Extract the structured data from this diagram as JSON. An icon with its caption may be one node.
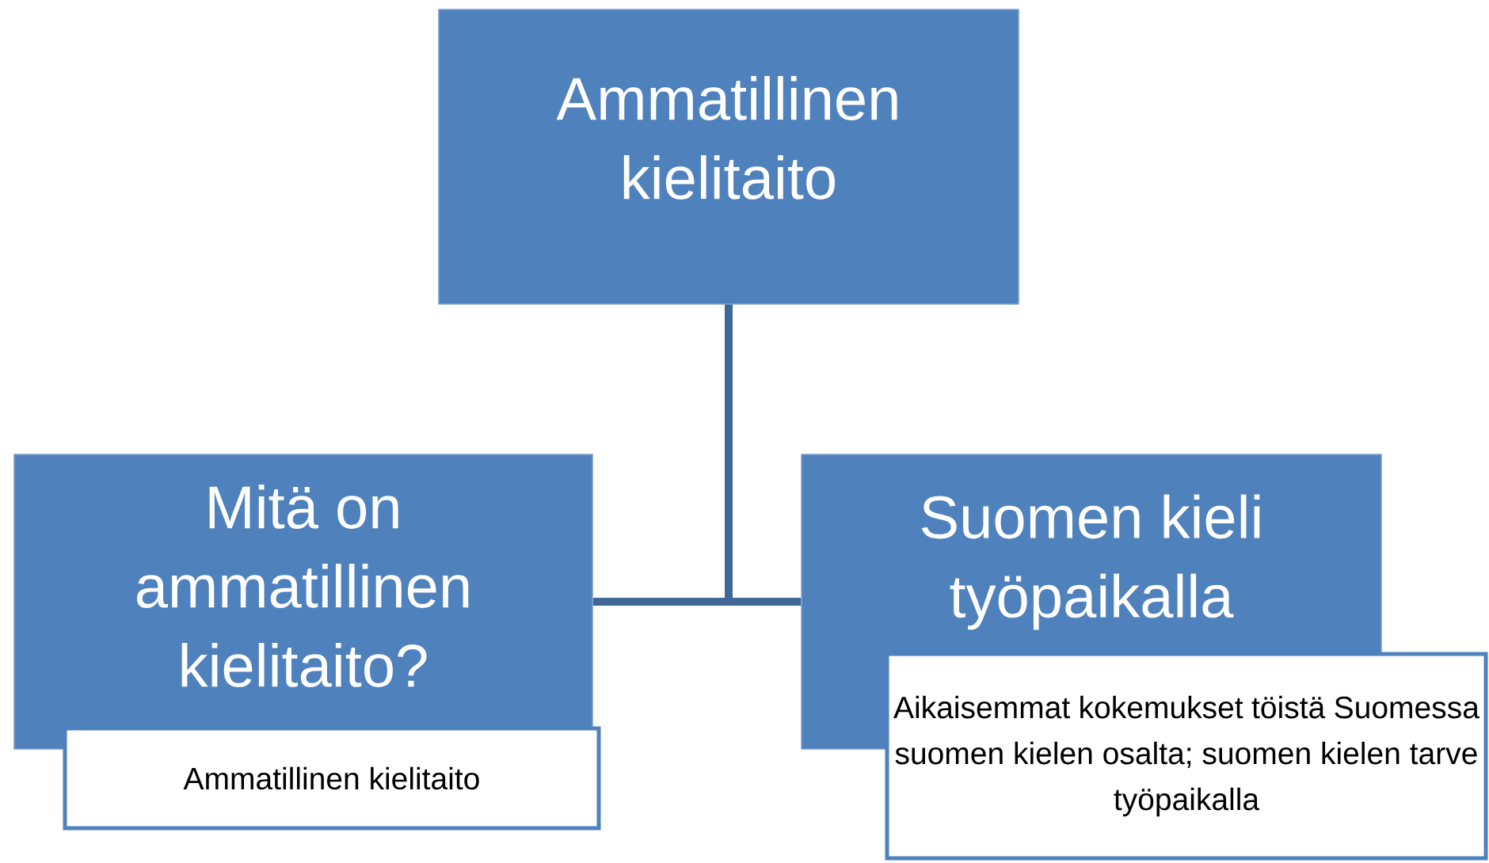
{
  "diagram": {
    "nodes": [
      {
        "text": [
          "Ammatillinen kielitaito"
        ]
      },
      {
        "text": [
          "Mitä on ammatillinen kielitaito?"
        ]
      },
      {
        "text": [
          "Suomen kieli työpaikalla"
        ]
      },
      {
        "text": [
          "Ammatillinen kielitaito"
        ]
      },
      {
        "text": [
          "Aikaisemmat kokemukset  töistä Suomessa suomen kielen osalta; suomen kielen tarve työpaikalla"
        ]
      }
    ],
    "edges": [
      {
        "from": 0,
        "to": 1,
        "arrow": "none"
      },
      {
        "from": 0,
        "to": 2,
        "arrow": "none"
      }
    ]
  }
}
